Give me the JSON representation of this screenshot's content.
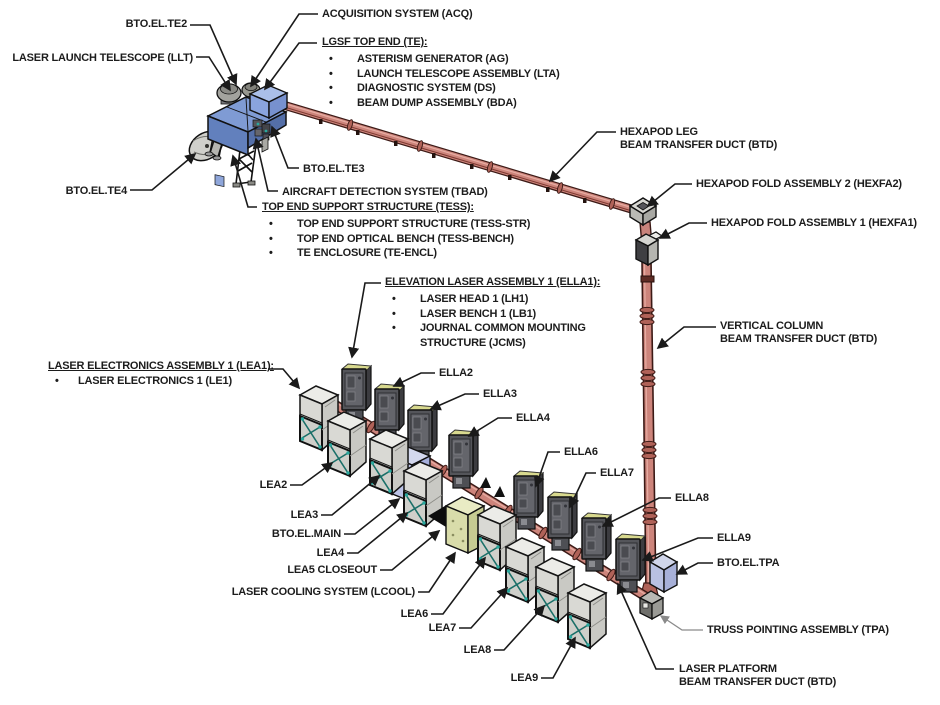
{
  "labels": {
    "acq": "ACQUISITION SYSTEM (ACQ)",
    "bto_el_te2": "BTO.EL.TE2",
    "llt": "LASER LAUNCH TELESCOPE (LLT)",
    "bto_el_te3": "BTO.EL.TE3",
    "tbad": "AIRCRAFT DETECTION SYSTEM (TBAD)",
    "bto_el_te4": "BTO.EL.TE4",
    "hexapod_leg": [
      "HEXAPOD LEG",
      "BEAM TRANSFER DUCT (BTD)"
    ],
    "hexfa2": "HEXAPOD FOLD ASSEMBLY 2 (HEXFA2)",
    "hexfa1": "HEXAPOD FOLD ASSEMBLY 1 (HEXFA1)",
    "vertical_column": [
      "VERTICAL COLUMN",
      "BEAM TRANSFER DUCT (BTD)"
    ],
    "ella2": "ELLA2",
    "ella3": "ELLA3",
    "ella4": "ELLA4",
    "ella6": "ELLA6",
    "ella7": "ELLA7",
    "ella8": "ELLA8",
    "ella9": "ELLA9",
    "bto_el_tpa": "BTO.EL.TPA",
    "lea2": "LEA2",
    "lea3": "LEA3",
    "bto_el_main": "BTO.EL.MAIN",
    "lea4": "LEA4",
    "lea5_closeout": "LEA5 CLOSEOUT",
    "lcool": "LASER COOLING SYSTEM (LCOOL)",
    "lea6": "LEA6",
    "lea7": "LEA7",
    "lea8": "LEA8",
    "lea9": "LEA9",
    "tpa": "TRUSS POINTING ASSEMBLY (TPA)",
    "laser_platform": [
      "LASER PLATFORM",
      "BEAM TRANSFER DUCT (BTD)"
    ]
  },
  "blocks": {
    "top_end": {
      "heading": "LGSF TOP END (TE):",
      "items": [
        "ASTERISM GENERATOR (AG)",
        "LAUNCH TELESCOPE ASSEMBLY (LTA)",
        "DIAGNOSTIC SYSTEM (DS)",
        "BEAM DUMP ASSEMBLY (BDA)"
      ]
    },
    "tess": {
      "heading": "TOP END SUPPORT STRUCTURE (TESS):",
      "items": [
        "TOP END SUPPORT STRUCTURE (TESS-STR)",
        "TOP END OPTICAL BENCH (TESS-BENCH)",
        "TE ENCLOSURE (TE-ENCL)"
      ]
    },
    "ella1": {
      "heading": "ELEVATION LASER ASSEMBLY 1 (ELLA1):",
      "items": [
        "LASER HEAD 1 (LH1)",
        "LASER BENCH 1 (LB1)",
        "JOURNAL COMMON MOUNTING STRUCTURE (JCMS)"
      ]
    },
    "lea1": {
      "heading": "LASER ELECTRONICS ASSEMBLY 1 (LEA1):",
      "items": [
        "LASER ELECTRONICS 1 (LE1)"
      ]
    }
  },
  "colors": {
    "duct": "#cd847b",
    "duct_outline": "#3c1a16",
    "bench_blue": "#7f9bd4",
    "acq_blue": "#aabfe9",
    "ella_body": "#54555a",
    "ella_lid": "#d8d98e",
    "lea_body": "#d9d9d4",
    "lea_teal": "#1a6f68",
    "main_box": "#bcc3e6",
    "tpa_box": "#b9c1e2",
    "lcool_box": "#d9dcaa",
    "closeout": "#0d0d0d",
    "text": "#1c1c1c"
  }
}
